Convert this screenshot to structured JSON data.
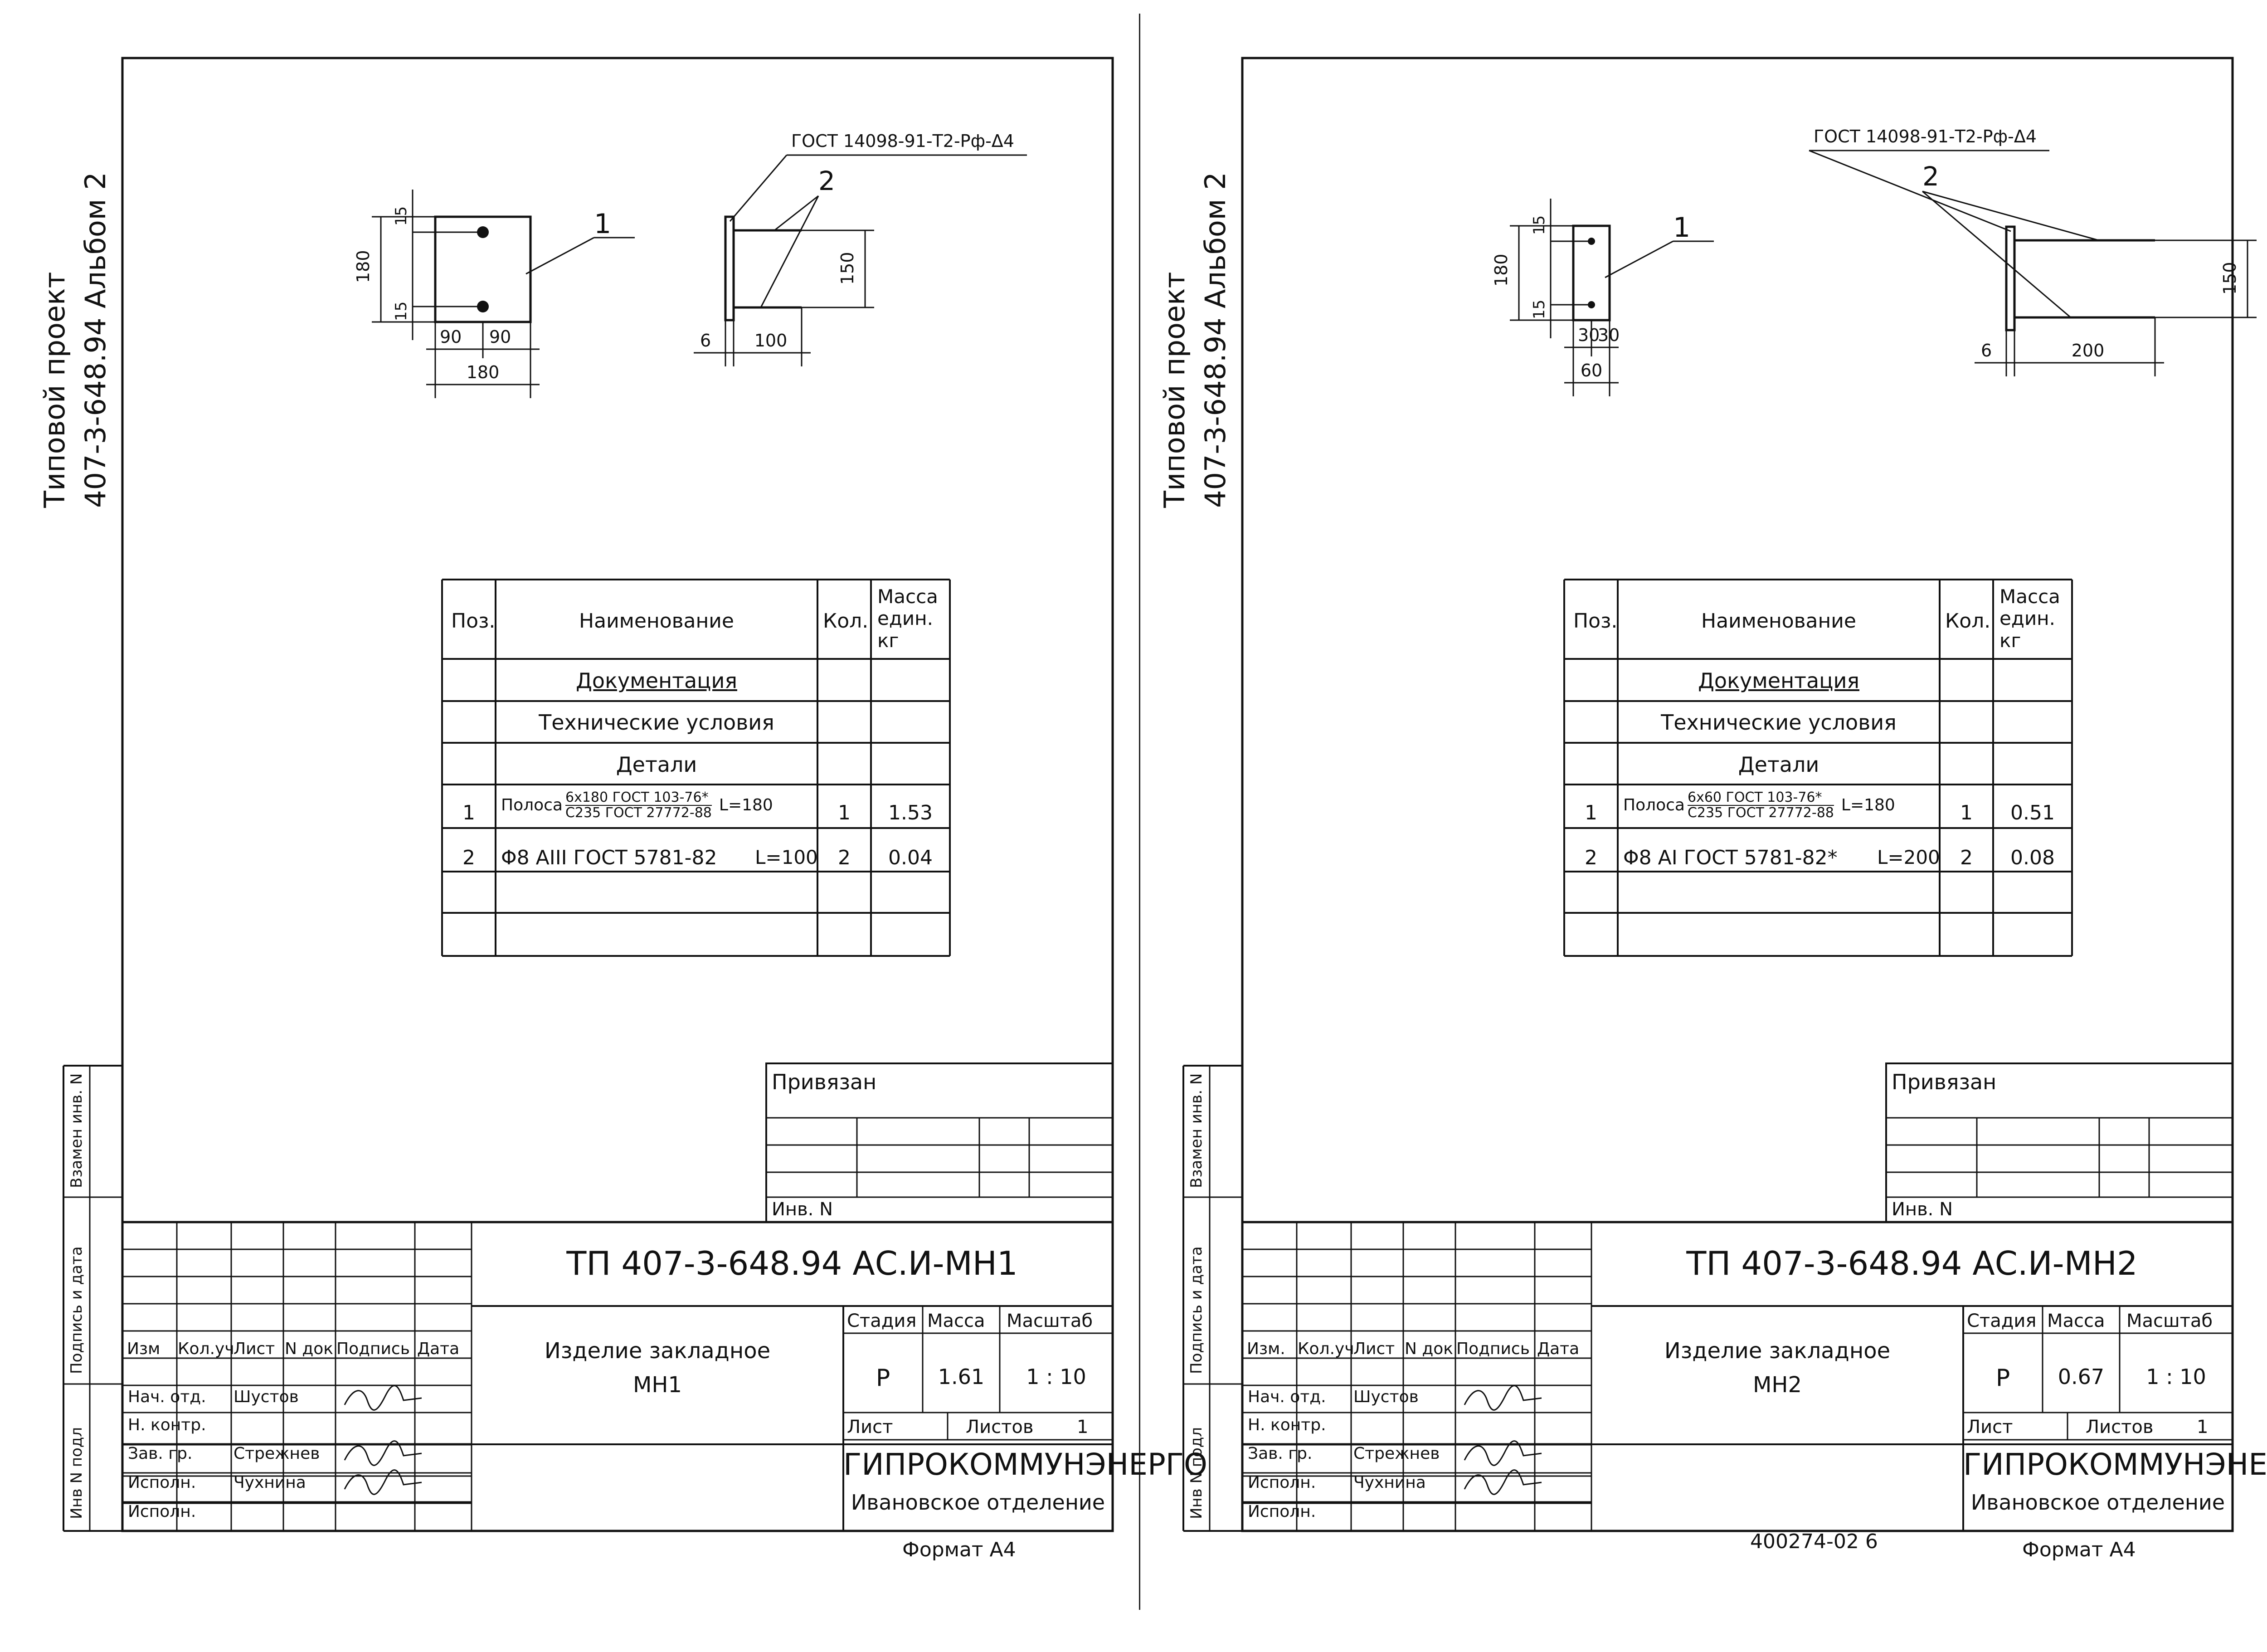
{
  "sheets": [
    {
      "id": "left",
      "side_project": "Типовой проект",
      "side_code": "407-3-648.94",
      "side_album": "Альбом 2",
      "side_columns": [
        "Взамен инв. N",
        "Подпись и дата",
        "Инв N подл"
      ],
      "gost_weld": "ГОСТ 14098-91-Т2-Рф-Δ4",
      "part_labels": [
        "1",
        "2"
      ],
      "plan_dims": {
        "top": "15",
        "height": "180",
        "bottom": "15",
        "left": "90",
        "right": "90",
        "width": "180"
      },
      "side_dims": {
        "plate": "6",
        "length": "100",
        "spacing": "150"
      },
      "spec_header": {
        "pos": "Поз.",
        "name": "Наименование",
        "qty": "Кол.",
        "mass": "Масса един. кг"
      },
      "spec_sections": [
        "Документация",
        "Технические условия",
        "Детали"
      ],
      "spec_rows": [
        {
          "pos": "1",
          "name_prefix": "Полоса",
          "num": "6x180 ГОСТ 103-76*",
          "den": "С235 ГОСТ 27772-88",
          "length": "L=180",
          "qty": "1",
          "mass": "1.53"
        },
        {
          "pos": "2",
          "name_prefix": "Φ8 AIII ГОСТ 5781-82",
          "num": "",
          "den": "",
          "length": "L=100",
          "qty": "2",
          "mass": "0.04"
        }
      ],
      "bound_title": "Привязан",
      "inv_label": "Инв. N",
      "doc_code": "ТП   407-3-648.94   АС.И-МН1",
      "item_title": "Изделие закладное",
      "item_name": "МН1",
      "stage_labels": {
        "stage": "Стадия",
        "mass": "Масса",
        "scale": "Масштаб"
      },
      "stage_value": "Р",
      "mass_value": "1.61",
      "scale_value": "1 : 10",
      "sheet_label": "Лист",
      "sheets_label": "Листов",
      "sheets_value": "1",
      "org": "ГИПРОКОММУНЭНЕРГО",
      "org_branch": "Ивановское отделение",
      "rev_headers": [
        "Изм",
        "Кол.уч",
        "Лист",
        "N док",
        "Подпись",
        "Дата"
      ],
      "staff_roles": [
        "Нач. отд.",
        "Н. контр.",
        "Зав. гр.",
        "Исполн.",
        "Исполн."
      ],
      "staff_names": [
        "Шустов",
        "",
        "Стрежнев",
        "Чухнина",
        ""
      ],
      "format": "Формат А4",
      "footer_note": ""
    },
    {
      "id": "right",
      "side_project": "Типовой проект",
      "side_code": "407-3-648.94",
      "side_album": "Альбом 2",
      "side_columns": [
        "Взамен инв. N",
        "Подпись и дата",
        "Инв N подл"
      ],
      "gost_weld": "ГОСТ 14098-91-Т2-Рф-Δ4",
      "part_labels": [
        "1",
        "2"
      ],
      "plan_dims": {
        "top": "15",
        "height": "180",
        "bottom": "15",
        "left": "30",
        "right": "30",
        "width": "60"
      },
      "side_dims": {
        "plate": "6",
        "length": "200",
        "spacing": "150"
      },
      "spec_header": {
        "pos": "Поз.",
        "name": "Наименование",
        "qty": "Кол.",
        "mass": "Масса един. кг"
      },
      "spec_sections": [
        "Документация",
        "Технические условия",
        "Детали"
      ],
      "spec_rows": [
        {
          "pos": "1",
          "name_prefix": "Полоса",
          "num": "6x60 ГОСТ 103-76*",
          "den": "С235 ГОСТ 27772-88",
          "length": "L=180",
          "qty": "1",
          "mass": "0.51"
        },
        {
          "pos": "2",
          "name_prefix": "Φ8 AI ГОСТ 5781-82*",
          "num": "",
          "den": "",
          "length": "L=200",
          "qty": "2",
          "mass": "0.08"
        }
      ],
      "bound_title": "Привязан",
      "inv_label": "Инв. N",
      "doc_code": "ТП   407-3-648.94   АС.И-МН2",
      "item_title": "Изделие закладное",
      "item_name": "МН2",
      "stage_labels": {
        "stage": "Стадия",
        "mass": "Масса",
        "scale": "Масштаб"
      },
      "stage_value": "Р",
      "mass_value": "0.67",
      "scale_value": "1 : 10",
      "sheet_label": "Лист",
      "sheets_label": "Листов",
      "sheets_value": "1",
      "org": "ГИПРОКОММУНЭНЕРГО",
      "org_branch": "Ивановское отделение",
      "rev_headers": [
        "Изм.",
        "Кол.уч",
        "Лист",
        "N док",
        "Подпись",
        "Дата"
      ],
      "staff_roles": [
        "Нач. отд.",
        "Н. контр.",
        "Зав. гр.",
        "Исполн.",
        "Исполн."
      ],
      "staff_names": [
        "Шустов",
        "",
        "Стрежнев",
        "Чухнина",
        ""
      ],
      "format": "Формат А4",
      "footer_note": "400274-02    6"
    }
  ]
}
